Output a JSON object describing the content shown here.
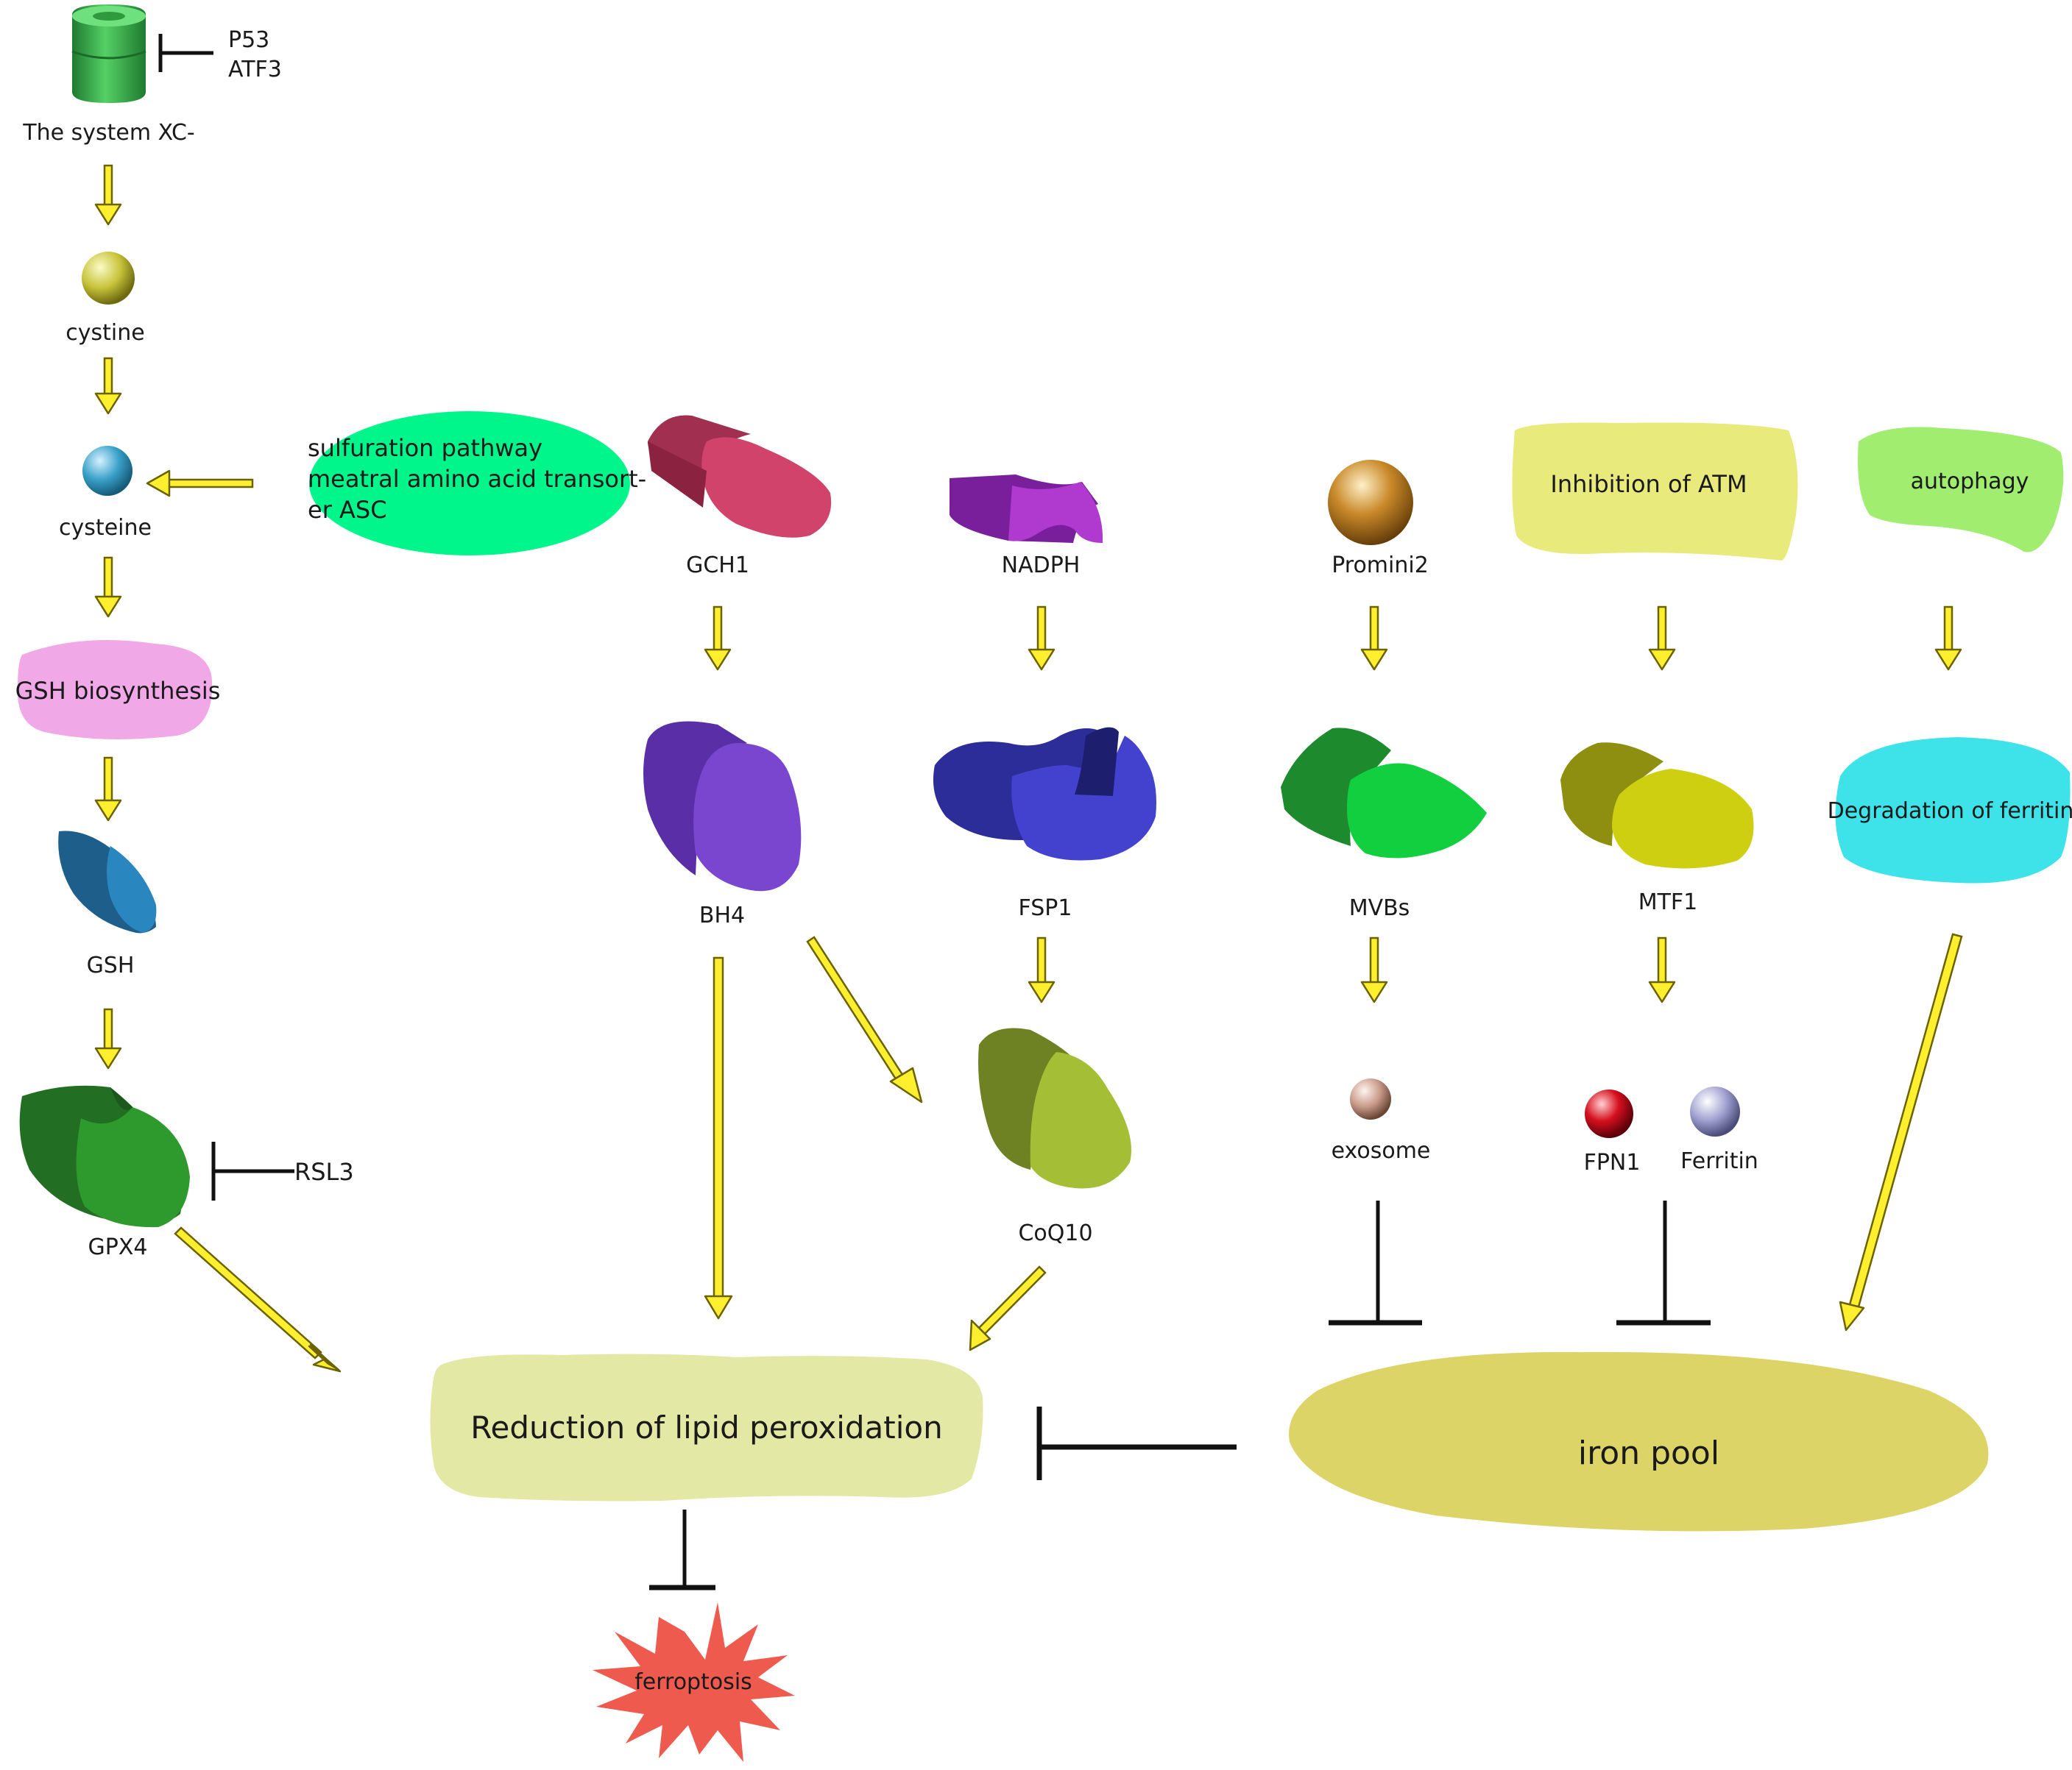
{
  "title": "",
  "nodes": {
    "system_xc": "The system XC-",
    "p53": "P53",
    "atf3": "ATF3",
    "cystine": "cystine",
    "cysteine": "cysteine",
    "sulfuration_line1": "sulfuration pathway",
    "sulfuration_line2": "meatral amino acid transort-",
    "sulfuration_line3": "er ASC",
    "gsh_biosynthesis": "GSH biosynthesis",
    "gsh": "GSH",
    "gpx4": "GPX4",
    "rsl3": "RSL3",
    "gch1": "GCH1",
    "bh4": "BH4",
    "nadph": "NADPH",
    "fsp1": "FSP1",
    "coq10": "CoQ10",
    "promini2": "Promini2",
    "mvbs": "MVBs",
    "exosome": "exosome",
    "inhibition_atm": "Inhibition of ATM",
    "mtf1": "MTF1",
    "fpn1": "FPN1",
    "ferritin": "Ferritin",
    "autophagy": "autophagy",
    "degradation_ferritin": "Degradation of ferritin",
    "reduction_lipid": "Reduction of lipid peroxidation",
    "iron_pool": "iron pool",
    "ferroptosis": "ferroptosis"
  },
  "colors": {
    "arrow_fill": "#ffef2f",
    "system_xc": "#2fa84a",
    "cystine": "#c8c43a",
    "cysteine": "#3aa0c8",
    "sulfuration": "#00f58a",
    "gsh_biosynthesis": "#f0a8e6",
    "gsh": "#2a86bf",
    "gpx4": "#2e9a2e",
    "gch1": "#d2436b",
    "nadph": "#b03ad0",
    "bh4": "#7a46cf",
    "fsp1": "#4242cf",
    "coq10": "#a4bf36",
    "promini2": "#b8791f",
    "mvbs": "#12cf3f",
    "exosome": "#c99b8b",
    "inhibition_atm": "#e8ea7c",
    "mtf1": "#cfcf12",
    "fpn1": "#d6101f",
    "ferritin": "#a0a0d0",
    "autophagy": "#a0ed70",
    "degradation_ferritin": "#3de3e8",
    "reduction_lipid": "#e3e8a4",
    "iron_pool": "#dcd466",
    "ferroptosis": "#ee5a4e"
  }
}
